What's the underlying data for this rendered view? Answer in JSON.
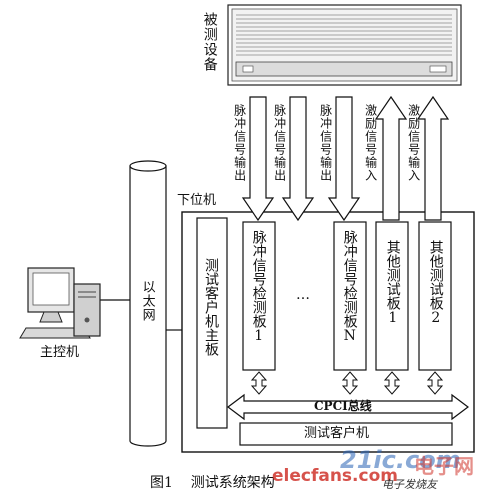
{
  "title": "图1    测试系统架构",
  "device": {
    "label": "被测设备"
  },
  "lower_machine": {
    "label": "下位机"
  },
  "ethernet": {
    "label": "以太网"
  },
  "host": {
    "label": "主控机"
  },
  "main_board": {
    "label": "测试客户机主板"
  },
  "pulse_board_1": {
    "label": "脉冲信号检测板1"
  },
  "pulse_board_n": {
    "label": "脉冲信号检测板N"
  },
  "other_board_1": {
    "label": "其他测试板1"
  },
  "other_board_2": {
    "label": "其他测试板2"
  },
  "ellipsis": "…",
  "bus": {
    "label": "CPCI总线"
  },
  "client": {
    "label": "测试客户机"
  },
  "arrows": [
    {
      "label": "脉冲信号输出",
      "direction": "down"
    },
    {
      "label": "脉冲信号输出",
      "direction": "down"
    },
    {
      "label": "脉冲信号输出",
      "direction": "down"
    },
    {
      "label": "激励信号输入",
      "direction": "up"
    },
    {
      "label": "激励信号输入",
      "direction": "up"
    }
  ],
  "watermark": {
    "site": "elecfans.com",
    "cn": "电子发烧友",
    "brand": "21ic.com",
    "brand_cn": "电子网"
  }
}
